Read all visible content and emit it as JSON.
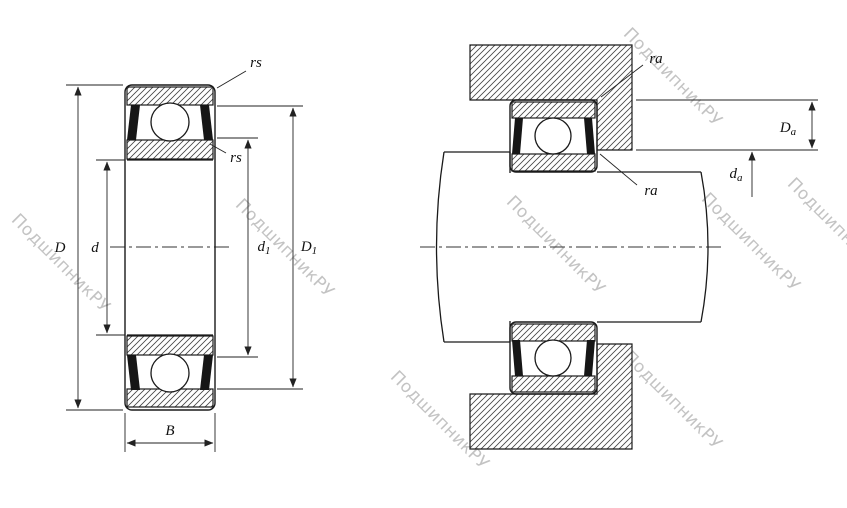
{
  "drawing": {
    "labels": {
      "D": "D",
      "d": "d",
      "B": "B",
      "d1_main": "d",
      "d1_sub": "1",
      "D1_main": "D",
      "D1_sub": "1",
      "rs": "rs",
      "ra": "ra",
      "Da_main": "D",
      "Da_sub": "a",
      "da_main": "d",
      "da_sub": "a"
    },
    "watermark": {
      "text": "ПодшипникРУ",
      "color": "#c3c3c3"
    },
    "colors": {
      "line": "#1a1a1a",
      "seal": "#161616",
      "background": "#ffffff"
    }
  }
}
